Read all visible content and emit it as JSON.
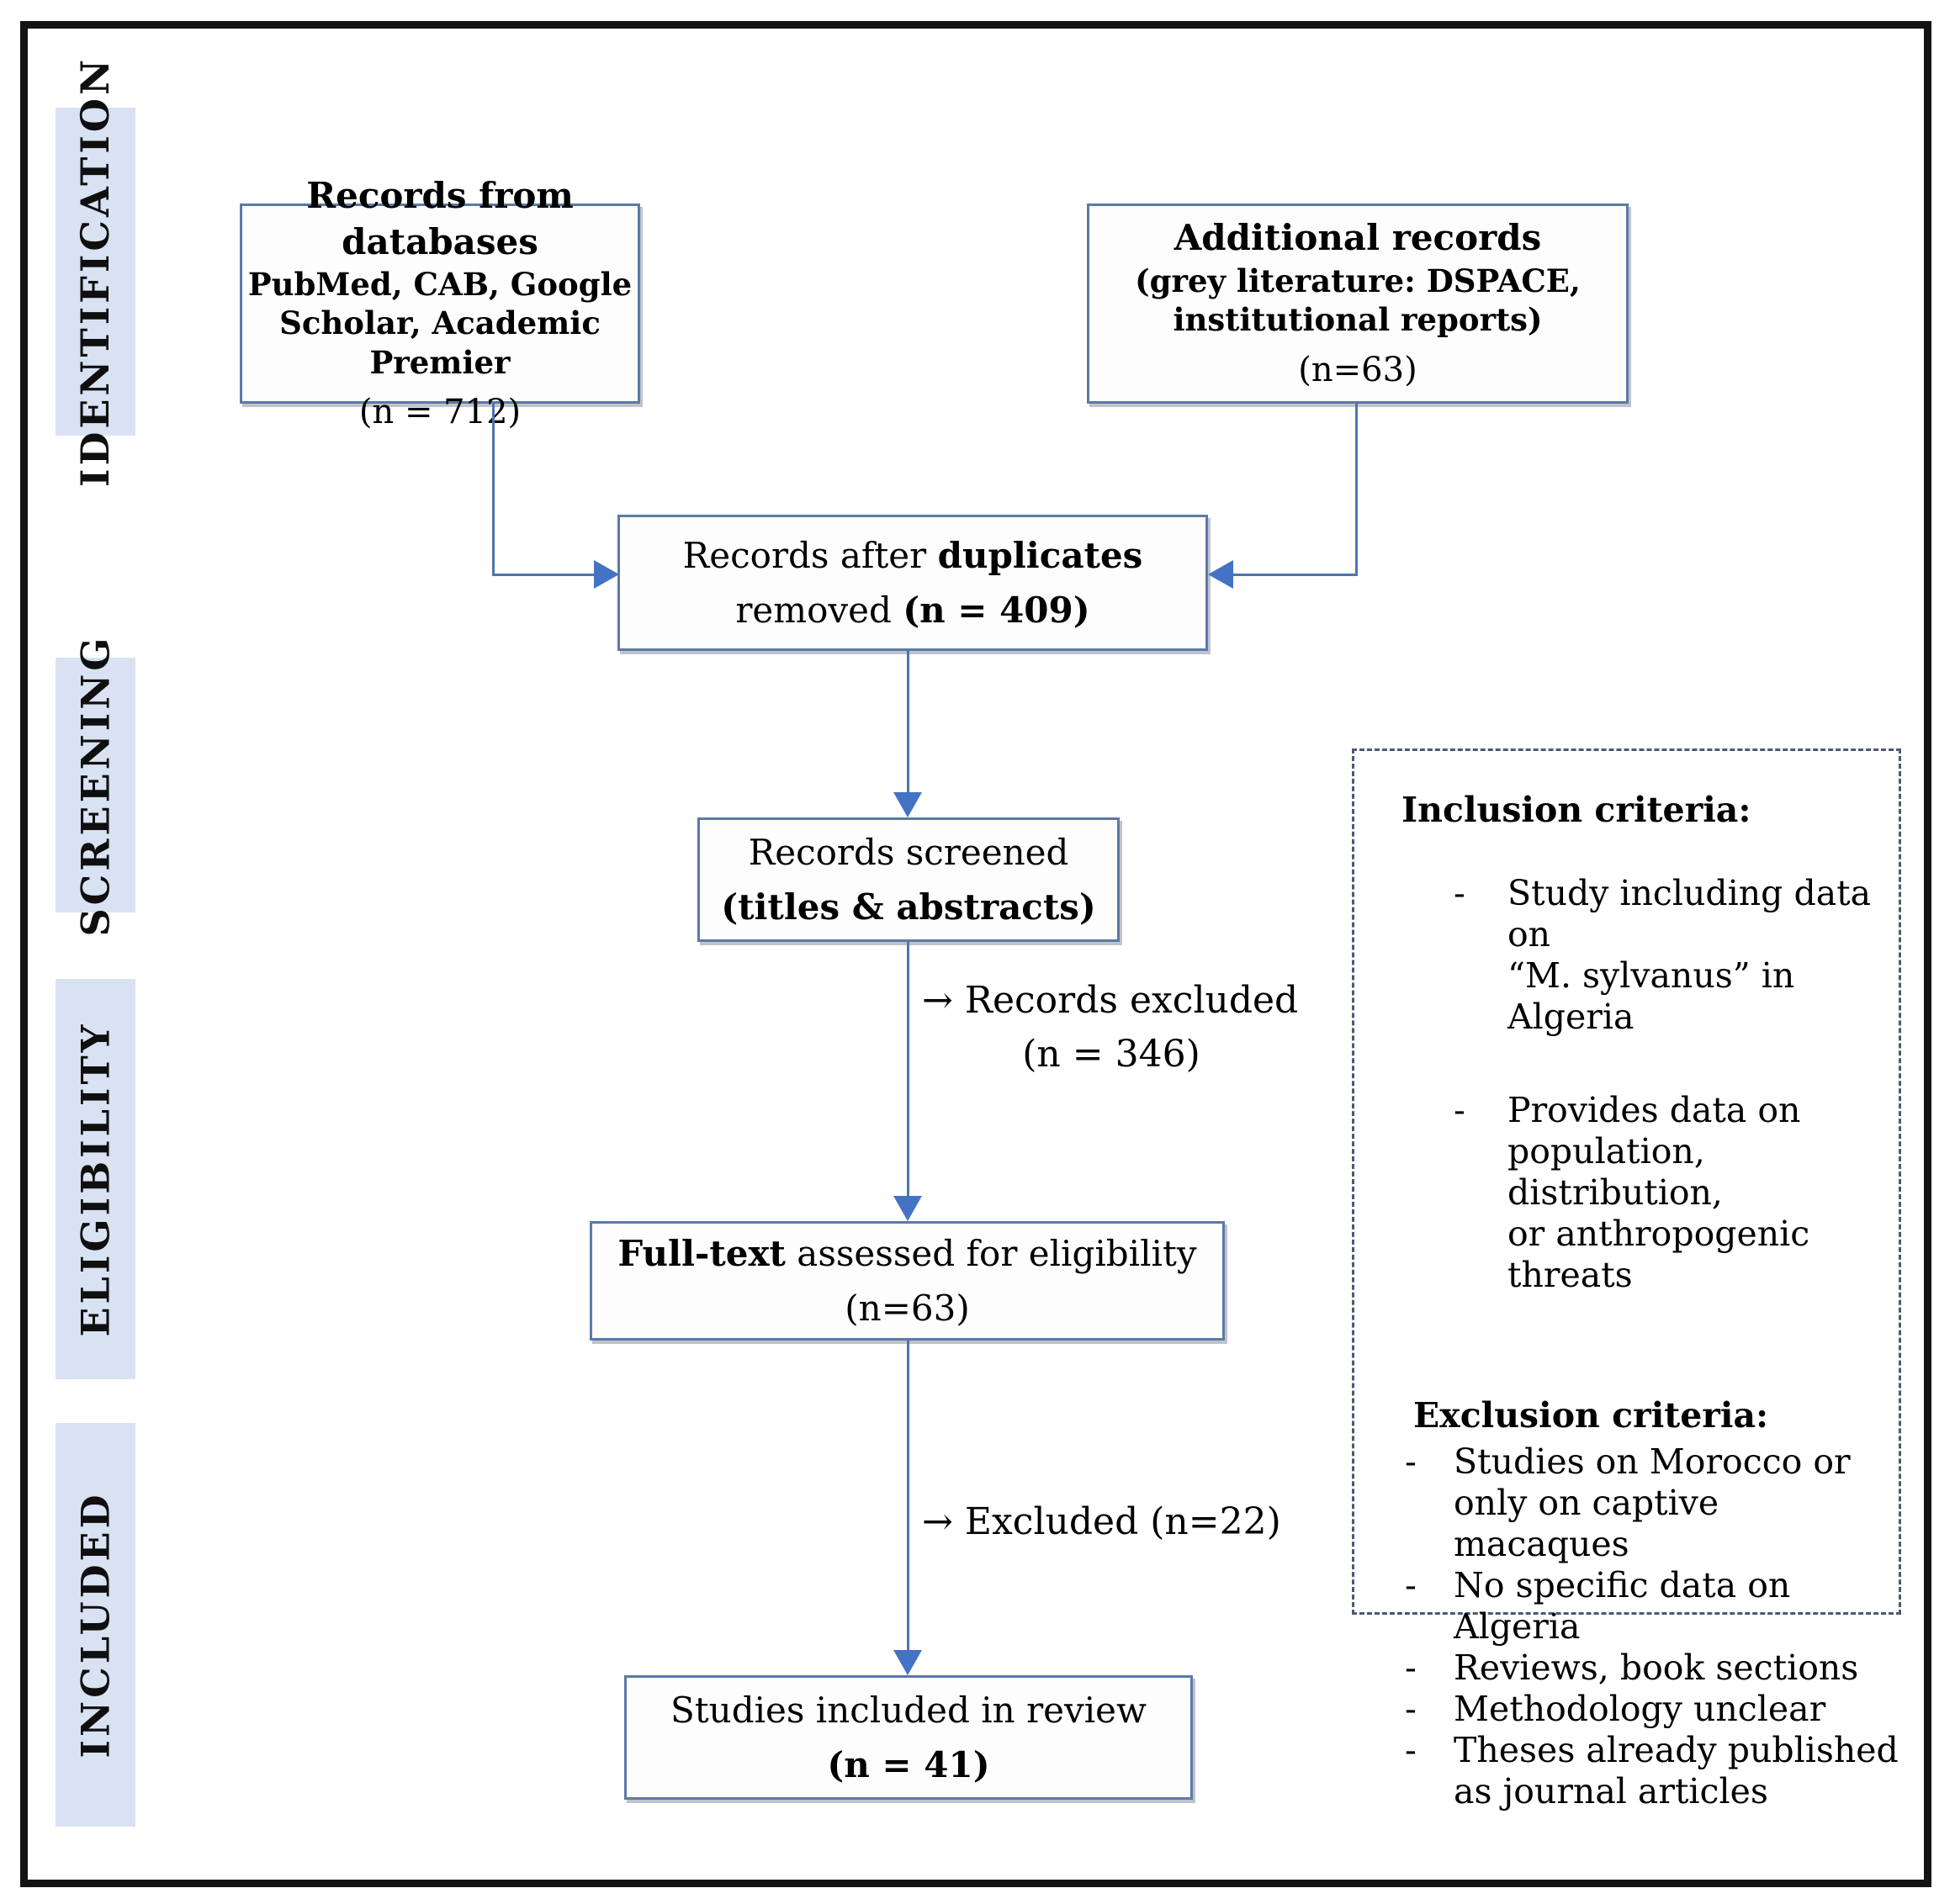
{
  "figure": {
    "type": "prisma-flow-diagram"
  },
  "colors": {
    "stage_label_bg": "#d9e2f2",
    "box_border": "#5b7aa6",
    "connector_line": "#4f74ad",
    "arrowhead": "#4472c4",
    "dashed_border": "#4a5a72",
    "outer_frame": "#141414",
    "text": "#000000"
  },
  "stages": [
    {
      "label": "IDENTIFICATION"
    },
    {
      "label": "SCREENING"
    },
    {
      "label": "ELIGIBILITY"
    },
    {
      "label": "INCLUDED"
    }
  ],
  "boxes": {
    "records_databases": {
      "title": "Records from databases",
      "source_line1": "PubMed, CAB, Google",
      "source_line2": "Scholar, Academic Premier",
      "count": "(n = 712)"
    },
    "additional_records": {
      "title": "Additional records",
      "source_line1": "(grey literature: DSPACE,",
      "source_line2": "institutional reports)",
      "count": "(n=63)"
    },
    "duplicates_removed": {
      "line1_pre": "Records after ",
      "line1_bold": "duplicates",
      "line2_pre": "removed ",
      "line2_bold": "(n = 409)"
    },
    "records_screened": {
      "line1": "Records screened",
      "line2_bold": "(titles & abstracts)"
    },
    "fulltext_assessed": {
      "line1_bold": "Full-text",
      "line1_rest": " assessed for eligibility",
      "line2": "(n=63)"
    },
    "studies_included": {
      "line1": "Studies included in review",
      "line2_bold": "(n = 41)"
    }
  },
  "annotations": {
    "records_excluded": {
      "arrow": "→",
      "text": "Records excluded",
      "count": "(n = 346)"
    },
    "fulltext_excluded": {
      "arrow": "→",
      "text": "Excluded (n=22)"
    }
  },
  "criteria": {
    "bullet": "-",
    "inclusion": {
      "heading": "Inclusion criteria:",
      "items": [
        {
          "lines": [
            "Study including data on",
            "“M. sylvanus” in Algeria"
          ]
        },
        {
          "lines": [
            "Provides data on",
            "population, distribution,",
            "or anthropogenic threats"
          ]
        }
      ]
    },
    "exclusion": {
      "heading": "Exclusion criteria:",
      "items": [
        {
          "lines": [
            "Studies on Morocco or",
            "only on captive macaques"
          ]
        },
        {
          "lines": [
            "No specific data on",
            "Algeria"
          ]
        },
        {
          "lines": [
            "Reviews, book sections"
          ]
        },
        {
          "lines": [
            "Methodology unclear"
          ]
        },
        {
          "lines": [
            "Theses already published",
            "as journal articles"
          ]
        }
      ]
    }
  }
}
